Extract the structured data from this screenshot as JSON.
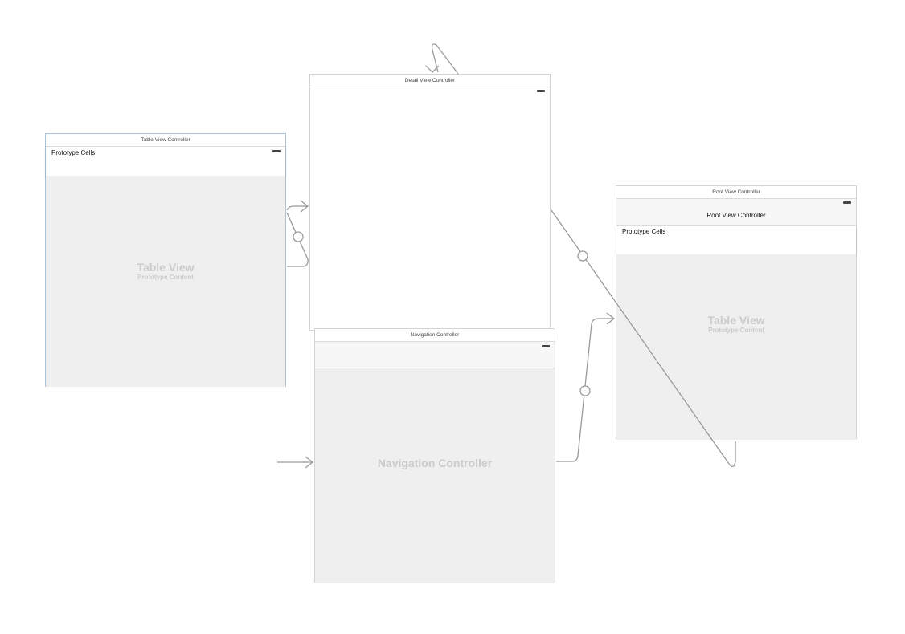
{
  "table_view_controller": {
    "title": "Table View Controller",
    "cells_label": "Prototype Cells",
    "table_label": "Table View",
    "table_sub": "Prototype Content"
  },
  "detail_view_controller": {
    "title": "Detail View Controller"
  },
  "navigation_controller": {
    "title": "Navigation Controller",
    "content_label": "Navigation Controller"
  },
  "root_view_controller": {
    "title": "Root View Controller",
    "nav_title": "Root View Controller",
    "cells_label": "Prototype Cells",
    "table_label": "Table View",
    "table_sub": "Prototype Content"
  }
}
